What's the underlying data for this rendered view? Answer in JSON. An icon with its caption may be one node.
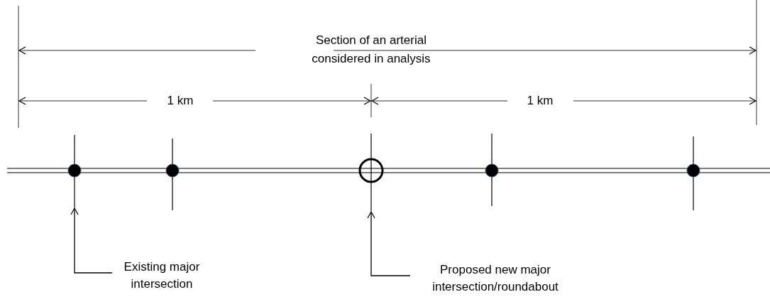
{
  "diagram": {
    "nodes": [
      {
        "text": [],
        "shape": "dot"
      },
      {
        "text": [],
        "shape": "dot"
      },
      {
        "text": [],
        "shape": "circle"
      },
      {
        "text": [],
        "shape": "dot"
      },
      {
        "text": [],
        "shape": "dot"
      },
      {
        "text": [
          "Existing major intersection"
        ]
      },
      {
        "text": [
          "Proposed new major intersection/roundabout"
        ]
      }
    ],
    "edges": [
      {
        "from": 5,
        "to": 0,
        "arrow": "to"
      },
      {
        "from": 6,
        "to": 2,
        "arrow": "to"
      }
    ],
    "labels": [
      "Section of an arterial considered in analysis",
      "1 km",
      "1 km"
    ]
  }
}
